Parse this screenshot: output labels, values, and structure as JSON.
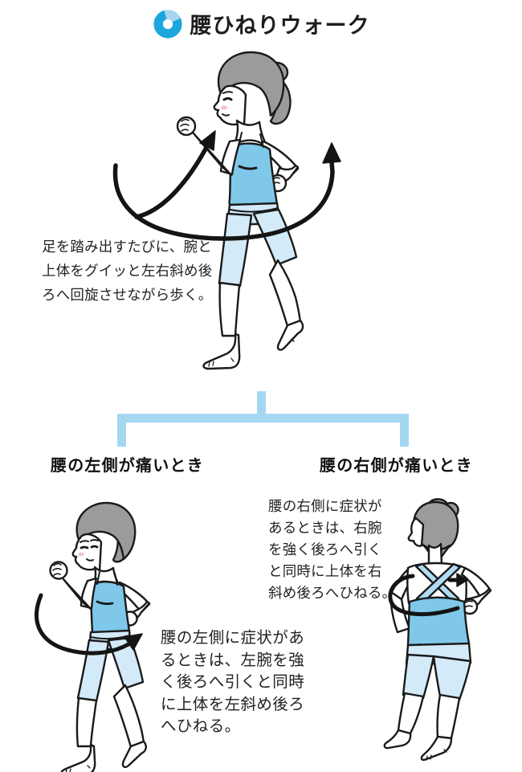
{
  "title": {
    "icon": "donut-icon",
    "text": "腰ひねりウォーク"
  },
  "main": {
    "description": "足を踏み出すたびに、腕と\n上体をグイッと左右斜め後\nろへ回旋させながら歩く。"
  },
  "branches": {
    "left": {
      "heading": "腰の左側が痛いとき",
      "description": "腰の左側に症状があ\nるときは、左腕を強\nく後ろへ引くと同時\nに上体を左斜め後ろ\nへひねる。"
    },
    "right": {
      "heading": "腰の右側が痛いとき",
      "description": "腰の右側に症状が\nあるときは、右腕\nを強く後ろへ引く\nと同時に上体を右\n斜め後ろへひねる。"
    }
  },
  "colors": {
    "icon_blue": "#1ba7dd",
    "icon_light": "#a9d6ee",
    "top_blue": "#7fc8ea",
    "pants_blue": "#d3eaf8",
    "strap_blue": "#aedcf3",
    "bracket_blue": "#a5d7f3",
    "hair_gray": "#9b9b9b",
    "outline_black": "#1a1a1a"
  }
}
